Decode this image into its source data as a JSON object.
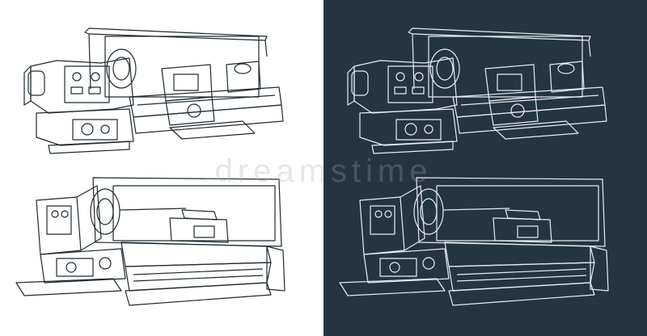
{
  "watermark": {
    "text": "dreamstime"
  },
  "colors": {
    "paper": "#ffffff",
    "ink_dark": "#1f2a30",
    "slate_bg": "#233540",
    "line_light": "#e8edf0",
    "accent_beige": "#e7dcc2"
  },
  "panels": [
    {
      "name": "lathe-view-1-white"
    },
    {
      "name": "lathe-view-1-dark"
    },
    {
      "name": "lathe-view-2-white"
    },
    {
      "name": "lathe-view-2-dark"
    }
  ]
}
